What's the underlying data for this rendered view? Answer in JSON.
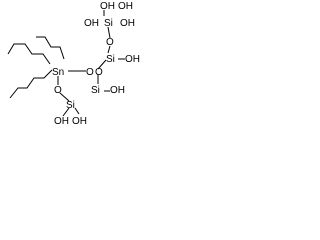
{
  "molecule": {
    "atoms": {
      "sn": "Sn",
      "si_top": "Si",
      "si_upper": "Si",
      "si_mid": "Si",
      "si_low": "Si",
      "o_top_oh1": "OH",
      "o_top_oh2": "OH",
      "o_top_oh3": "OH",
      "o_top_oh4": "OH",
      "o_bridge1": "O",
      "o_upper_oh": "OH",
      "o_bridge2": "O",
      "o_bridge3": "O",
      "o_mid_oh": "OH",
      "o_sn": "O",
      "o_low_oh1": "OH",
      "o_low_oh2": "OH"
    }
  },
  "colors": {
    "ink": "#000000",
    "background": "#ffffff"
  }
}
